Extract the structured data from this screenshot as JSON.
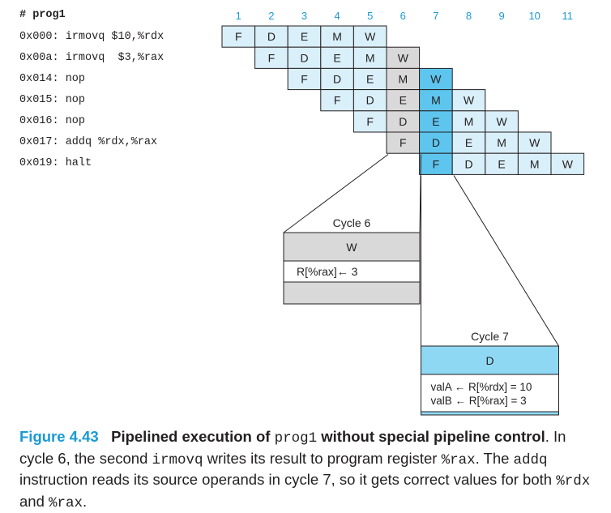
{
  "program": {
    "title": "# prog1",
    "lines": [
      "0x000: irmovq $10,%rdx",
      "0x00a: irmovq  $3,%rax",
      "0x014: nop",
      "0x015: nop",
      "0x016: nop",
      "0x017: addq %rdx,%rax",
      "0x019: halt"
    ]
  },
  "cycles": [
    "1",
    "2",
    "3",
    "4",
    "5",
    "6",
    "7",
    "8",
    "9",
    "10",
    "11"
  ],
  "stages": [
    "F",
    "D",
    "E",
    "M",
    "W"
  ],
  "colors": {
    "cycle_number": "#1a9ad6",
    "normal_stage": "#d9eff9",
    "cycle6_stage": "#d9d9d9",
    "cycle7_stage": "#5ec6ee",
    "border": "#231f20",
    "detail_gray": "#d9d9d9",
    "detail_blue": "#8fd8f4",
    "caption_label": "#1a9ad6"
  },
  "detail_cycle6": {
    "title": "Cycle 6",
    "stage": "W",
    "register_update": "R[%rax]← 3"
  },
  "detail_cycle7": {
    "title": "Cycle 7",
    "stage": "D",
    "valA": "valA ← R[%rdx] = 10",
    "valB": "valB ← R[%rax] = 3"
  },
  "caption": {
    "label": "Figure 4.43",
    "title_pre": "Pipelined execution of ",
    "title_code": "prog1",
    "title_post": " without special pipeline control",
    "text1": ". In cycle 6, the second ",
    "code1": "irmovq",
    "text2": " writes its result to program register ",
    "code2": "%rax",
    "text3": ". The ",
    "code3": "addq",
    "text4": " instruction reads its source operands in cycle 7, so it gets correct values for both ",
    "code4": "%rdx",
    "text5": " and ",
    "code5": "%rax",
    "text6": "."
  }
}
